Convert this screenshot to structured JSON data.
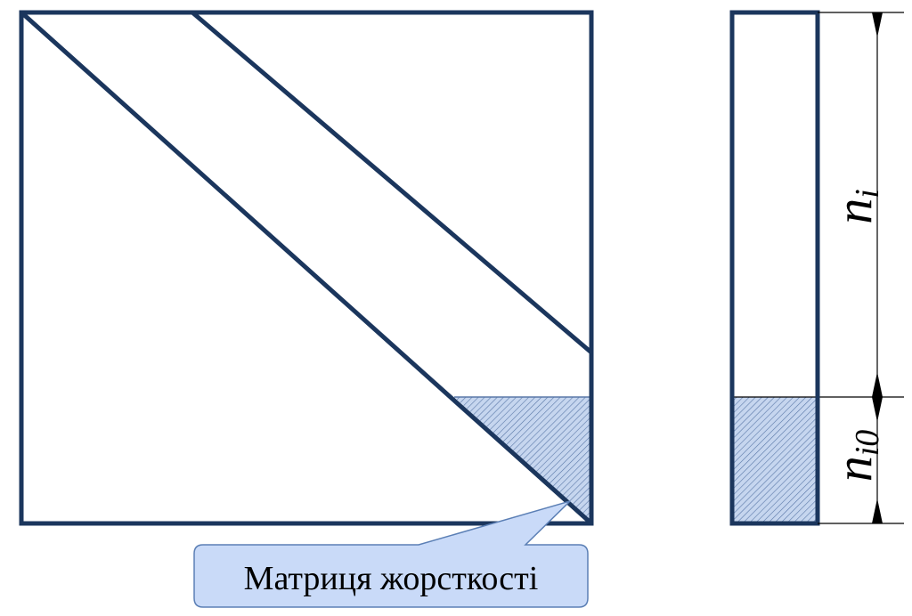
{
  "callout": {
    "text": "Матриця жорсткості"
  },
  "dimensions": {
    "upper": {
      "base": "n",
      "sub": "i"
    },
    "lower": {
      "base": "n",
      "sub": "i0"
    }
  },
  "colors": {
    "stroke": "#1b365d",
    "hatch_fill": "#c6d6ef",
    "hatch_line": "#5a78a8",
    "callout_fill": "#c9daf8",
    "callout_border": "#5b7fb5"
  }
}
